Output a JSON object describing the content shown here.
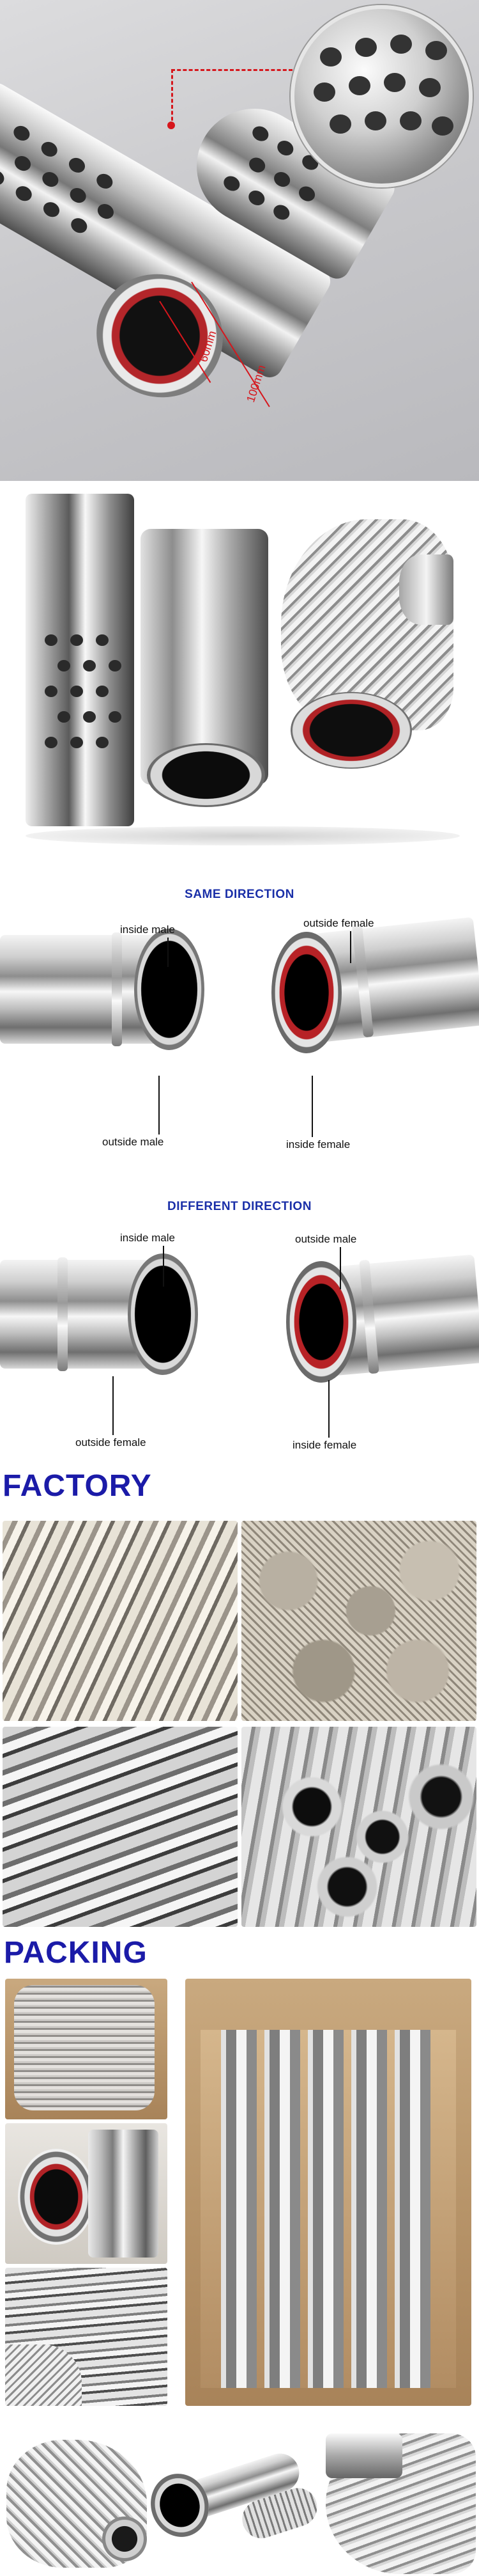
{
  "hero": {
    "dim_inner": "60mm",
    "dim_outer": "100mm"
  },
  "same_direction": {
    "title": "SAME DIRECTION",
    "left_top": "inside male",
    "left_bottom": "outside male",
    "right_top": "outside female",
    "right_bottom": "inside female"
  },
  "different_direction": {
    "title": "DIFFERENT   DIRECTION",
    "left_top": "inside male",
    "left_bottom": "outside female",
    "right_top": "outside male",
    "right_bottom": "inside female"
  },
  "factory": {
    "heading": "FACTORY"
  },
  "packing": {
    "heading": "PACKING"
  },
  "colors": {
    "heading": "#1b1ba8",
    "direction_title": "#1a2fa8",
    "dimension": "#d6161c"
  }
}
